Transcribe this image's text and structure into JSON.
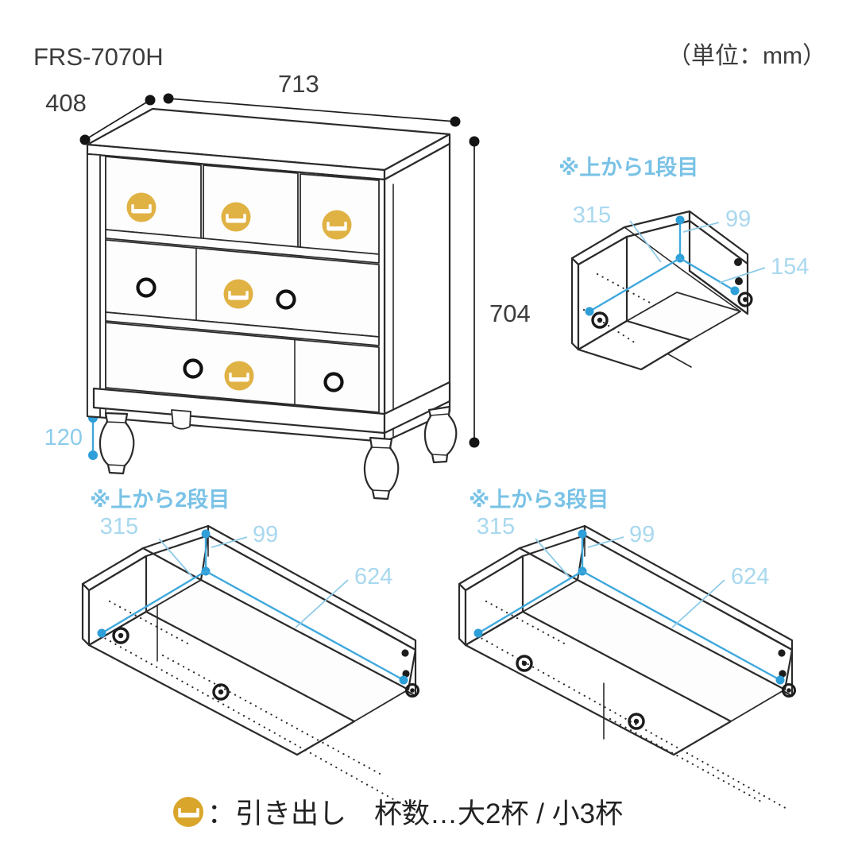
{
  "page": {
    "model_code": "FRS-7070H",
    "unit_note": "（単位：mm）"
  },
  "main_view": {
    "name": "chest-of-drawers-isometric",
    "dimensions": {
      "width_label": "713",
      "depth_label": "408",
      "height_label": "704",
      "leg_height_label": "120"
    },
    "drawer_icon_count": 5,
    "knob_count": 4
  },
  "drawer_views": [
    {
      "heading": "※上から1段目",
      "labels": {
        "inner_width": "315",
        "inner_height": "99",
        "inner_depth": "154"
      }
    },
    {
      "heading": "※上から2段目",
      "labels": {
        "inner_width": "315",
        "inner_height": "99",
        "inner_depth": "624"
      }
    },
    {
      "heading": "※上から3段目",
      "labels": {
        "inner_width": "315",
        "inner_height": "99",
        "inner_depth": "624"
      }
    }
  ],
  "legend": {
    "icon_name": "drawer-pull-icon",
    "text": "：引き出し　杯数…大2杯 / 小3杯"
  },
  "colors": {
    "accent_blue": "#3FA8DC",
    "label_blue": "#A9D8EF",
    "heading_blue": "#79C2E6",
    "gold": "#D9A62B",
    "ink": "#2b2b2b"
  }
}
